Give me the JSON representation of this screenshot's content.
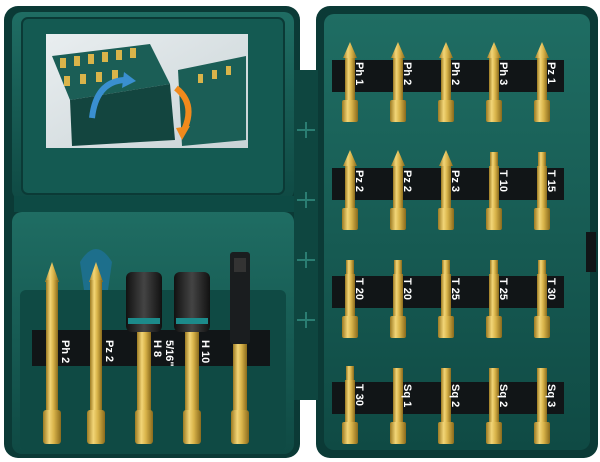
{
  "colors": {
    "case_dark": "#0b3a36",
    "case_mid": "#15574f",
    "case_light": "#1f6d63",
    "strip": "#111517",
    "label_text": "#ffffff",
    "bit_gold": "#d9b44a",
    "bit_gold_dark": "#9c7a22",
    "arrow_blue": "#3a8fd0",
    "arrow_orange": "#f08a1c"
  },
  "left_lid": {
    "illustration": "case-opening-illustration",
    "arrow_icons": [
      "arrow-curved-blue-icon",
      "arrow-curved-orange-icon"
    ]
  },
  "left_bottom": {
    "items": [
      {
        "label": "Ph 2",
        "kind": "long-bit",
        "tip": "phillips"
      },
      {
        "label": "Pz 2",
        "kind": "long-bit",
        "tip": "pozidriv"
      },
      {
        "label": "H 8\n5/16\"",
        "kind": "nut-driver"
      },
      {
        "label": "H 10",
        "kind": "nut-driver"
      },
      {
        "label": "",
        "kind": "magnetic-holder"
      }
    ]
  },
  "right_panel": {
    "rows": [
      {
        "bits": [
          {
            "label": "Ph 1",
            "tip": "phillips"
          },
          {
            "label": "Ph 2",
            "tip": "phillips"
          },
          {
            "label": "Ph 2",
            "tip": "phillips"
          },
          {
            "label": "Ph 3",
            "tip": "phillips"
          },
          {
            "label": "Pz 1",
            "tip": "pozidriv"
          }
        ]
      },
      {
        "bits": [
          {
            "label": "Pz 2",
            "tip": "pozidriv"
          },
          {
            "label": "Pz 2",
            "tip": "pozidriv"
          },
          {
            "label": "Pz 3",
            "tip": "pozidriv"
          },
          {
            "label": "T 10",
            "tip": "torx"
          },
          {
            "label": "T 15",
            "tip": "torx"
          }
        ]
      },
      {
        "bits": [
          {
            "label": "T 20",
            "tip": "torx"
          },
          {
            "label": "T 20",
            "tip": "torx"
          },
          {
            "label": "T 25",
            "tip": "torx"
          },
          {
            "label": "T 25",
            "tip": "torx"
          },
          {
            "label": "T 30",
            "tip": "torx"
          }
        ]
      },
      {
        "bits": [
          {
            "label": "T 30",
            "tip": "torx"
          },
          {
            "label": "Sq 1",
            "tip": "square"
          },
          {
            "label": "Sq 2",
            "tip": "square"
          },
          {
            "label": "Sq 2",
            "tip": "square"
          },
          {
            "label": "Sq 3",
            "tip": "square"
          }
        ]
      }
    ]
  }
}
